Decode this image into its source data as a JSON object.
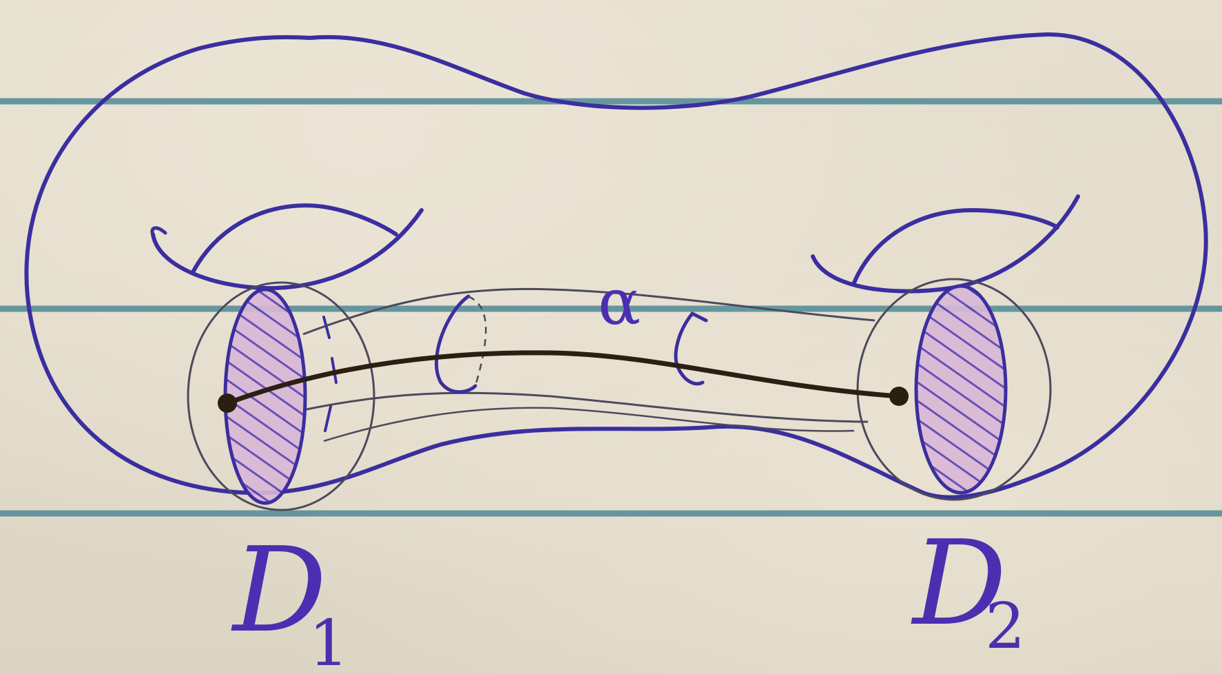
{
  "diagram": {
    "labels": {
      "left_disk": {
        "main": "D",
        "subscript": "1"
      },
      "right_disk": {
        "main": "D",
        "subscript": "2"
      },
      "curve": "α"
    },
    "colors": {
      "ink": "#3b2ea0",
      "pencil": "#4a4a5c",
      "hatch": "#5a3fb8",
      "disk_fill": "#d9b7d6",
      "paper": "#e4dccc",
      "rule_line": "#4f8a96",
      "arc": "#2b1f12"
    }
  }
}
